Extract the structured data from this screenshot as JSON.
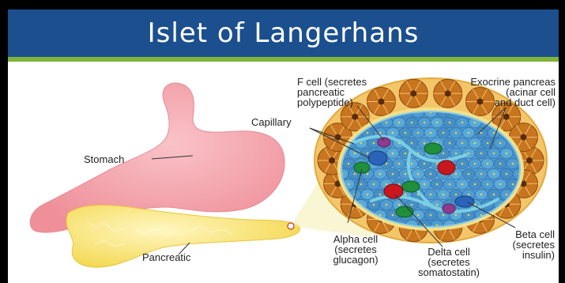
{
  "title": "Islet of Langerhans",
  "labels": {
    "stomach": "Stomach",
    "pancreatic": "Pancreatic",
    "capillary": "Capillary",
    "f_cell": "F cell (secretes\npancreatic\npolypeptide)",
    "exocrine": "Exocrine pancreas\n(acinar cell\nand duct cell)",
    "alpha_cell": "Alpha cell\n(secretes\nglucagon)",
    "delta_cell": "Delta cell\n(secretes\nsomatostatin)",
    "beta_cell": "Beta cell\n(secretes\ninsulin)"
  },
  "colors": {
    "header": "#1b4f8e",
    "stripe": "#7fb43c",
    "stomach": "#f2a3ab",
    "pancreas": "#f7e36b",
    "acinar": "#c8751f",
    "islet": "#5aa6d6",
    "alpha": "#1e8f3a",
    "beta": "#2b63b8",
    "delta": "#c8171f",
    "f_cell": "#8e3a8e"
  }
}
